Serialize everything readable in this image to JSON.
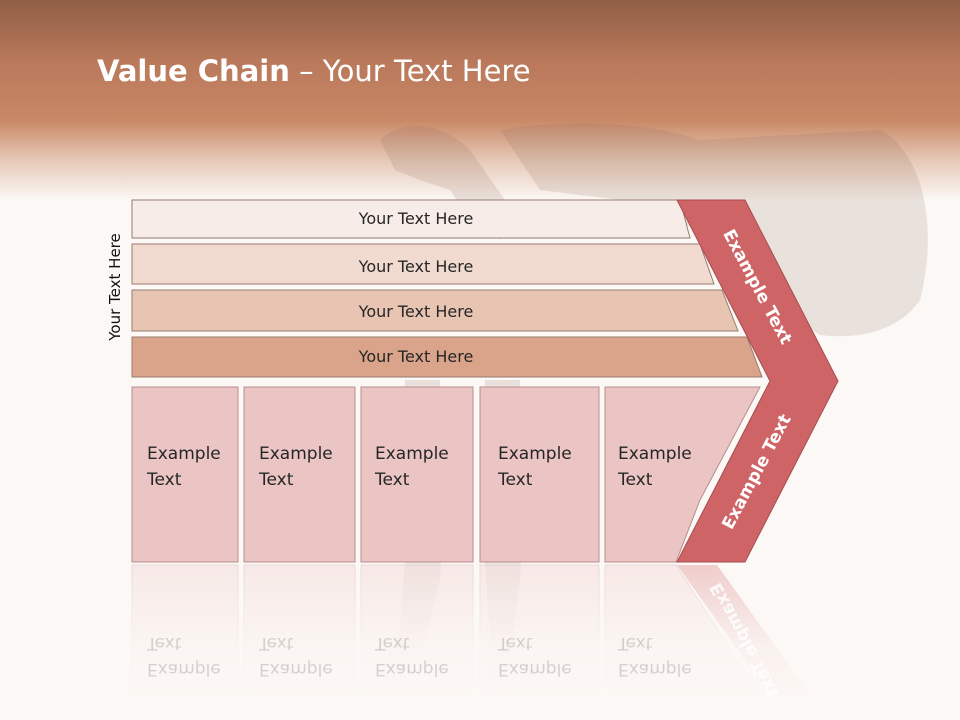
{
  "slide": {
    "title_bold": "Value Chain",
    "title_rest": " – Your Text Here",
    "side_label": "Your Text Here"
  },
  "bands": [
    {
      "label": "Your Text Here",
      "color": "#f7ece7"
    },
    {
      "label": "Your Text Here",
      "color": "#f1dbd0"
    },
    {
      "label": "Your Text Here",
      "color": "#e8c4b2"
    },
    {
      "label": "Your Text Here",
      "color": "#d9a489"
    }
  ],
  "columns": [
    {
      "line1": "Example",
      "line2": "Text"
    },
    {
      "line1": "Example",
      "line2": "Text"
    },
    {
      "line1": "Example",
      "line2": "Text"
    },
    {
      "line1": "Example",
      "line2": "Text"
    },
    {
      "line1": "Example",
      "line2": "Text"
    }
  ],
  "chevron": {
    "top_label": "Example Text",
    "bottom_label": "Example Text",
    "color": "#cf6467"
  },
  "colors": {
    "header": "#c17f5f",
    "column_fill": "#ebc4c4",
    "column_border": "#b78e8e"
  }
}
